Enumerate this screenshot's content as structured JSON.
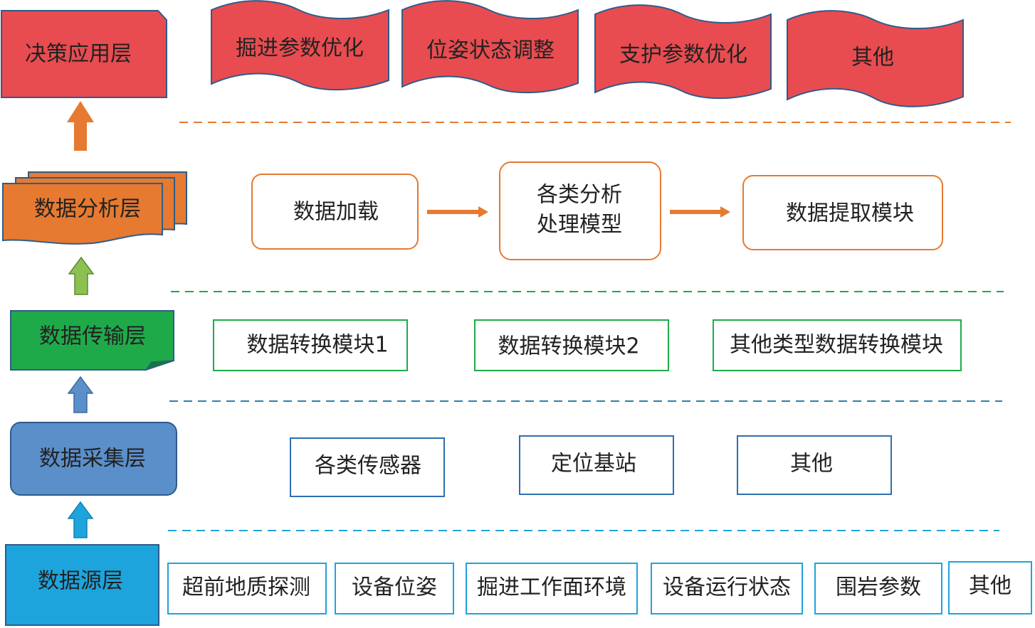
{
  "layers": {
    "decision": "决策应用层",
    "analysis": "数据分析层",
    "transfer": "数据传输层",
    "collection": "数据采集层",
    "source": "数据源层"
  },
  "decision_items": [
    "掘进参数优化",
    "位姿状态调整",
    "支护参数优化",
    "其他"
  ],
  "analysis_items": {
    "load": "数据加载",
    "model_line1": "各类分析",
    "model_line2": "处理模型",
    "extract": "数据提取模块"
  },
  "transfer_items": [
    "数据转换模块1",
    "数据转换模块2",
    "其他类型数据转换模块"
  ],
  "collection_items": [
    "各类传感器",
    "定位基站",
    "其他"
  ],
  "source_items": [
    "超前地质探测",
    "设备位姿",
    "掘进工作面环境",
    "设备运行状态",
    "围岩参数",
    "其他"
  ],
  "colors": {
    "decision": "#e84c50",
    "analysis": "#e67a30",
    "transfer": "#1faa4a",
    "collection": "#5b8fca",
    "source": "#1ea4dc",
    "arrow_orange": "#e67a30",
    "arrow_green": "#8cc152",
    "arrow_steel": "#5b8fca",
    "arrow_cyan": "#1ea4dc"
  }
}
